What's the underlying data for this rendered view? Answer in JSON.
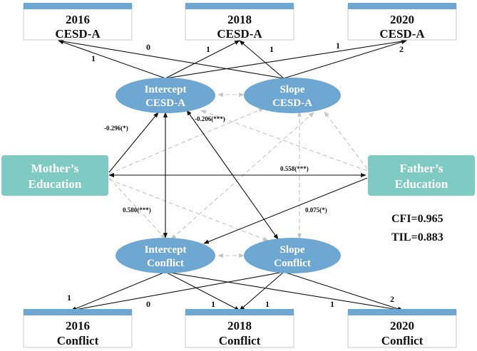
{
  "colors": {
    "ellipse": "#6fa7d3",
    "predictor": "#7fcac2",
    "box_bar": "#6fa7d3",
    "box_border": "#c8c8c8",
    "solid_arrow": "#111111",
    "dashed_arrow": "#c4c4c4"
  },
  "top_boxes": [
    {
      "year": "2016",
      "label": "CESD-A"
    },
    {
      "year": "2018",
      "label": "CESD-A"
    },
    {
      "year": "2020",
      "label": "CESD-A"
    }
  ],
  "bottom_boxes": [
    {
      "year": "2016",
      "label": "Conflict"
    },
    {
      "year": "2018",
      "label": "Conflict"
    },
    {
      "year": "2020",
      "label": "Conflict"
    }
  ],
  "latents": {
    "intercept_cesd": {
      "line1": "Intercept",
      "line2": "CESD-A"
    },
    "slope_cesd": {
      "line1": "Slope",
      "line2": "CESD-A"
    },
    "intercept_conflict": {
      "line1": "Intercept",
      "line2": "Conflict"
    },
    "slope_conflict": {
      "line1": "Slope",
      "line2": "Conflict"
    }
  },
  "predictors": {
    "mother": {
      "line1": "Mother’s",
      "line2": "Education"
    },
    "father": {
      "line1": "Father’s",
      "line2": "Education"
    }
  },
  "loadings": {
    "top_intercept_2016": "1",
    "top_slope_2016": "0",
    "top_intercept_2018": "1",
    "top_slope_2018": "1",
    "top_intercept_2020": "1",
    "top_slope_2020": "2",
    "bottom_intercept_2016": "1",
    "bottom_slope_2016": "0",
    "bottom_intercept_2018": "1",
    "bottom_slope_2018": "1",
    "bottom_intercept_2020": "1",
    "bottom_slope_2020": "2"
  },
  "coefficients": {
    "mother_intercept_cesd": "-0.296(*)",
    "father_intercept_cesd": "-0.206(***)",
    "mother_father": "0.558(***)",
    "intercept_cesd_intercept_conflict": "0.580(***)",
    "father_slope_conflict": "0.075(*)"
  },
  "fit": {
    "cfi": "CFI=0.965",
    "tli": "TIL=0.883"
  }
}
